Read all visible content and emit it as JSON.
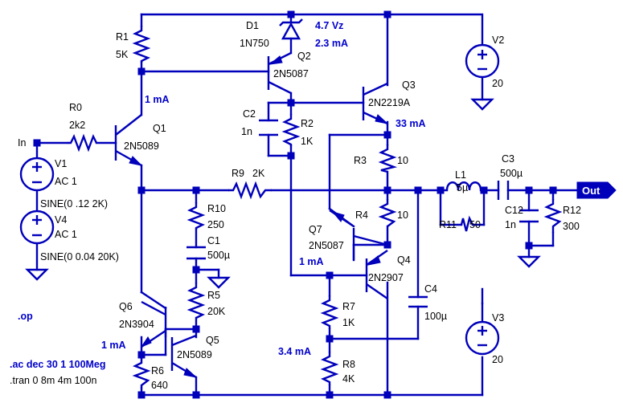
{
  "components": {
    "R1": {
      "ref": "R1",
      "value": "5K"
    },
    "R0": {
      "ref": "R0",
      "value": "2k2"
    },
    "D1": {
      "ref": "D1",
      "value": "1N750"
    },
    "Q2": {
      "ref": "Q2",
      "value": "2N5087"
    },
    "Q1": {
      "ref": "Q1",
      "value": "2N5089"
    },
    "Q3": {
      "ref": "Q3",
      "value": "2N2219A"
    },
    "C2": {
      "ref": "C2",
      "value": "1n"
    },
    "R2": {
      "ref": "R2",
      "value": "1K"
    },
    "V2": {
      "ref": "V2",
      "value": "20"
    },
    "V3": {
      "ref": "V3",
      "value": "20"
    },
    "V1": {
      "ref": "V1",
      "value": "AC 1",
      "spec": "SINE(0 .12 2K)"
    },
    "V4": {
      "ref": "V4",
      "value": "AC 1",
      "spec": "SINE(0 0.04 20K)"
    },
    "R3": {
      "ref": "R3",
      "value": "10"
    },
    "R4": {
      "ref": "R4",
      "value": "10"
    },
    "R9": {
      "ref": "R9",
      "value": "2K"
    },
    "R10": {
      "ref": "R10",
      "value": "250"
    },
    "C1": {
      "ref": "C1",
      "value": "500µ"
    },
    "R5": {
      "ref": "R5",
      "value": "20K"
    },
    "Q6": {
      "ref": "Q6",
      "value": "2N3904"
    },
    "Q5": {
      "ref": "Q5",
      "value": "2N5089"
    },
    "R6": {
      "ref": "R6",
      "value": "640"
    },
    "Q7": {
      "ref": "Q7",
      "value": "2N5087"
    },
    "Q4": {
      "ref": "Q4",
      "value": "2N2907"
    },
    "R7": {
      "ref": "R7",
      "value": "1K"
    },
    "R8": {
      "ref": "R8",
      "value": "4K"
    },
    "C4": {
      "ref": "C4",
      "value": "100µ"
    },
    "L1": {
      "ref": "L1",
      "value": "5µ"
    },
    "R11": {
      "ref": "R11",
      "value": "50"
    },
    "C3": {
      "ref": "C3",
      "value": "500µ"
    },
    "C12": {
      "ref": "C12",
      "value": "1n"
    },
    "R12": {
      "ref": "R12",
      "value": "300"
    }
  },
  "annotations": {
    "vz": "4.7 Vz",
    "d1_current": "2.3 mA",
    "q1_current": "1 mA",
    "q3_current": "33 mA",
    "q7_current": "1 mA",
    "q6_current": "1 mA",
    "r7_current": "3.4 mA"
  },
  "directives": {
    "op": ".op",
    "ac": ".ac dec 30 1 100Meg",
    "tran": ".tran 0 8m 4m 100n"
  },
  "ports": {
    "in": "In",
    "out": "Out"
  }
}
